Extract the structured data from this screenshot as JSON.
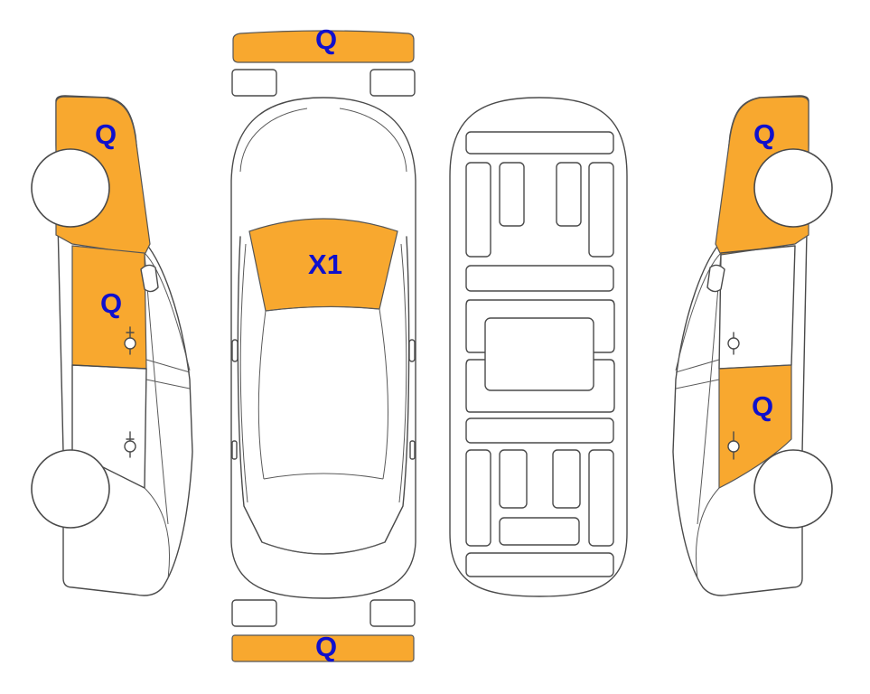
{
  "colors": {
    "damage_fill": "#f8a82f",
    "label_color": "#1010cc",
    "outline": "#4a4a4a",
    "background": "#ffffff"
  },
  "markers": {
    "front_bumper": "Q",
    "rear_bumper": "Q",
    "windshield": "X1",
    "left_front_fender": "Q",
    "left_front_door": "Q",
    "right_front_fender": "Q",
    "right_rear_door": "Q"
  }
}
